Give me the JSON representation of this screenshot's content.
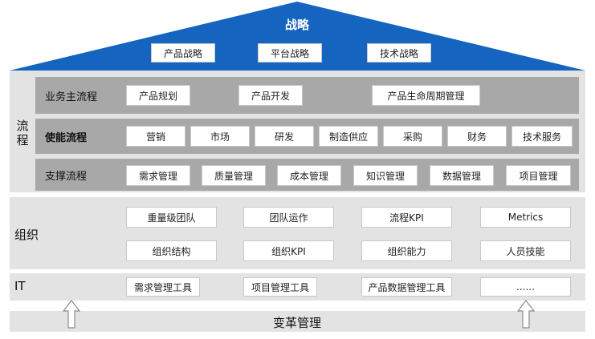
{
  "roof": {
    "title": "战略",
    "items": [
      "产品战略",
      "平台战略",
      "技术战略"
    ],
    "color": "#1565c0"
  },
  "process": {
    "label": "流程",
    "rows": [
      {
        "label": "业务主流程",
        "items": [
          "产品规划",
          "产品开发",
          "产品生命周期管理"
        ]
      },
      {
        "label": "使能流程",
        "items": [
          "营销",
          "市场",
          "研发",
          "制造供应",
          "采购",
          "财务",
          "技术服务"
        ]
      },
      {
        "label": "支撑流程",
        "items": [
          "需求管理",
          "质量管理",
          "成本管理",
          "知识管理",
          "数据管理",
          "项目管理"
        ]
      }
    ]
  },
  "org": {
    "label": "组织",
    "rows": [
      [
        "重量级团队",
        "团队运作",
        "流程KPI",
        "Metrics"
      ],
      [
        "组织结构",
        "组织KPI",
        "组织能力",
        "人员技能"
      ]
    ]
  },
  "it": {
    "label": "IT",
    "items": [
      "需求管理工具",
      "项目管理工具",
      "产品数据管理工具",
      "......"
    ]
  },
  "footer": {
    "label": "变革管理"
  },
  "colors": {
    "panel": "#e3e3e3",
    "row": "#a8a8a8",
    "accent": "#1565c0"
  }
}
